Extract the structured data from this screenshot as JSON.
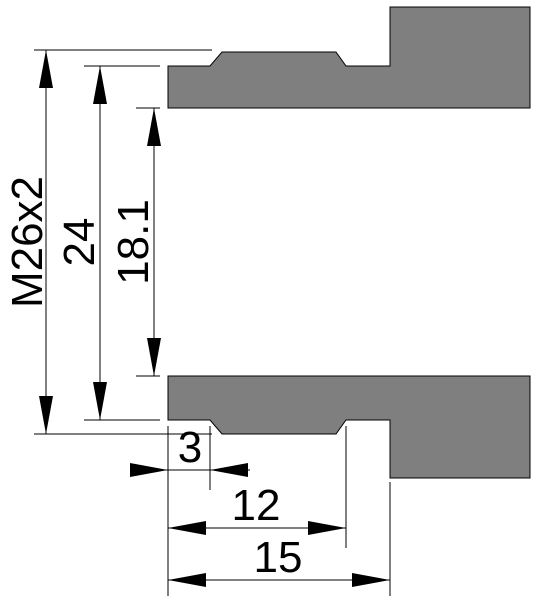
{
  "colors": {
    "background": "#ffffff",
    "part_fill": "#7f7f7f",
    "line": "#000000"
  },
  "dimensions": {
    "thread": "M26x2",
    "dia_24": "24",
    "dia_18_1": "18.1",
    "len_3": "3",
    "len_12": "12",
    "len_15": "15"
  }
}
